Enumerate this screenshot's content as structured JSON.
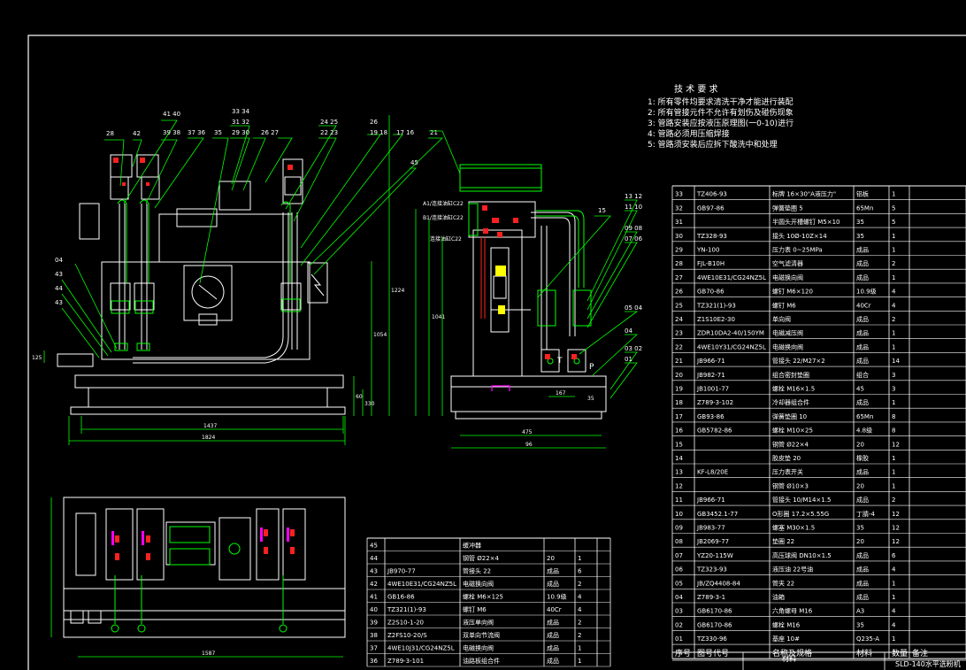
{
  "drawing": {
    "title_block": "SLD-140水平选粉机",
    "material_label": "材料"
  },
  "tech_requirements": {
    "title": "技 术 要 求",
    "items": [
      "1: 所有零件均要求清洗干净才能进行装配",
      "2: 所有管接元件不允许有划伤及碰伤现象",
      "3: 管路安装应按液压原理图(一0-10)进行",
      "4: 管路必须用压缩焊接",
      "5: 管路须安装后应拆下酸洗中和处理"
    ]
  },
  "right_table": {
    "header": [
      "序号",
      "图号代号",
      "名称及规格",
      "材料",
      "数量",
      "备注"
    ],
    "rows": [
      [
        "33",
        "TZ406-93",
        "标牌 16×30\"A液压力\"",
        "铝板",
        "1"
      ],
      [
        "32",
        "GB97-86",
        "弹簧垫圈 5",
        "65Mn",
        "5"
      ],
      [
        "31",
        "",
        "半圆头开槽螺钉 M5×10",
        "35",
        "5"
      ],
      [
        "30",
        "TZ328-93",
        "接头 10Ø-10Z×14",
        "35",
        "1"
      ],
      [
        "29",
        "YN-100",
        "压力表 0~25MPa",
        "成品",
        "1"
      ],
      [
        "28",
        "FJL-B10H",
        "空气滤清器",
        "成品",
        "2"
      ],
      [
        "27",
        "4WE10E31/CG24NZ5L",
        "电磁换向阀",
        "成品",
        "1"
      ],
      [
        "26",
        "GB70-86",
        "螺钉 M6×120",
        "10.9级",
        "4"
      ],
      [
        "25",
        "TZ321(1)-93",
        "螺钉 M6",
        "40Cr",
        "4"
      ],
      [
        "24",
        "Z1S10E2-30",
        "单向阀",
        "成品",
        "2"
      ],
      [
        "23",
        "ZDR10DA2-40/150YM",
        "电磁减压阀",
        "成品",
        "1"
      ],
      [
        "22",
        "4WE10Y31/CG24NZ5L",
        "电磁换向阀",
        "成品",
        "1"
      ],
      [
        "21",
        "JB966-71",
        "管接头 22/M27×2",
        "成品",
        "14"
      ],
      [
        "20",
        "JB982-71",
        "组合密封垫圈",
        "组合",
        "3"
      ],
      [
        "19",
        "JB1001-77",
        "螺栓 M16×1.5",
        "45",
        "3"
      ],
      [
        "18",
        "Z789-3-102",
        "冷却器组合件",
        "成品",
        "1"
      ],
      [
        "17",
        "GB93-86",
        "弹簧垫圈 10",
        "65Mn",
        "8"
      ],
      [
        "16",
        "GB5782-86",
        "螺栓 M10×25",
        "4.8级",
        "8"
      ],
      [
        "15",
        "",
        "钢管 Ø22×4",
        "20",
        "12"
      ],
      [
        "14",
        "",
        "胶皮垫 20",
        "橡胶",
        "1"
      ],
      [
        "13",
        "KF-L8/20E",
        "压力表开关",
        "成品",
        "1"
      ],
      [
        "12",
        "",
        "钢管 Ø10×3",
        "20",
        "1"
      ],
      [
        "11",
        "JB966-71",
        "管接头 10/M14×1.5",
        "成品",
        "2"
      ],
      [
        "10",
        "GB3452.1-77",
        "O形圈 17.2×5.55G",
        "丁腈-4",
        "12"
      ],
      [
        "09",
        "JB983-77",
        "螺塞 M30×1.5",
        "35",
        "12"
      ],
      [
        "08",
        "JB2069-77",
        "垫圈 22",
        "20",
        "12"
      ],
      [
        "07",
        "YZ20-115W",
        "高压球阀 DN10×1.5",
        "成品",
        "6"
      ],
      [
        "06",
        "TZ323-93",
        "液压油 22号油",
        "成品",
        "4"
      ],
      [
        "05",
        "JB/ZQ4408-84",
        "管夹 22",
        "成品",
        "1"
      ],
      [
        "04",
        "Z789-3-1",
        "油箱",
        "成品",
        "1"
      ],
      [
        "03",
        "GB6170-86",
        "六角螺母 M16",
        "A3",
        "4"
      ],
      [
        "02",
        "GB6170-86",
        "螺栓 M16",
        "35",
        "4"
      ],
      [
        "01",
        "TZ330-96",
        "基座 10#",
        "Q235-A",
        "1"
      ]
    ]
  },
  "bottom_table": {
    "rows": [
      [
        "45",
        "",
        "缓冲器",
        "",
        ""
      ],
      [
        "44",
        "",
        "钢管 Ø22×4",
        "20",
        "1"
      ],
      [
        "43",
        "JB970-77",
        "管接头 22",
        "成品",
        "6"
      ],
      [
        "42",
        "4WE10E31/CG24NZ5L",
        "电磁换向阀",
        "成品",
        "2"
      ],
      [
        "41",
        "GB16-86",
        "螺栓 M6×125",
        "10.9级",
        "4"
      ],
      [
        "40",
        "TZ321(1)-93",
        "螺钉 M6",
        "40Cr",
        "4"
      ],
      [
        "39",
        "Z2S10-1-20",
        "液压单向阀",
        "成品",
        "2"
      ],
      [
        "38",
        "Z2FS10-20/S",
        "双单向节流阀",
        "成品",
        "2"
      ],
      [
        "37",
        "4WE10J31/CG24NZ5L",
        "电磁换向阀",
        "成品",
        "1"
      ],
      [
        "36",
        "Z789-3-101",
        "油路板组合件",
        "成品",
        "1"
      ]
    ]
  },
  "leaders_top_left": [
    "28",
    "42",
    "41 40",
    "39 38",
    "37 36",
    "35",
    "33 34",
    "31 32",
    "29 30",
    "26 27",
    "24 25",
    "22 23",
    "26",
    "19 18",
    "17 16",
    "21",
    "45"
  ],
  "leaders_left_side": [
    "04",
    "43",
    "44",
    "43"
  ],
  "leaders_right_side": [
    "13 12",
    "11 10",
    "09 08",
    "07 06",
    "05 04",
    "15",
    "04",
    "03 02",
    "01"
  ],
  "port_labels": [
    "A1/连接油缸C22",
    "B1/连接油缸C22",
    "连接油缸C22",
    "T",
    "P"
  ],
  "dimensions": {
    "front_width_1": "1437",
    "front_width_2": "1824",
    "side_width_1": "475",
    "side_width_2": "96",
    "top_width": "1587",
    "heights": [
      "125",
      "60",
      "330",
      "1054",
      "1224",
      "1041"
    ],
    "side_small": [
      "167",
      "35"
    ]
  },
  "colors": {
    "background": "#000000",
    "line": "#ffffff",
    "green": "#00ff00",
    "red": "#ff2020",
    "yellow": "#ffff00",
    "magenta": "#ff00ff",
    "cyan": "#00ffff"
  }
}
